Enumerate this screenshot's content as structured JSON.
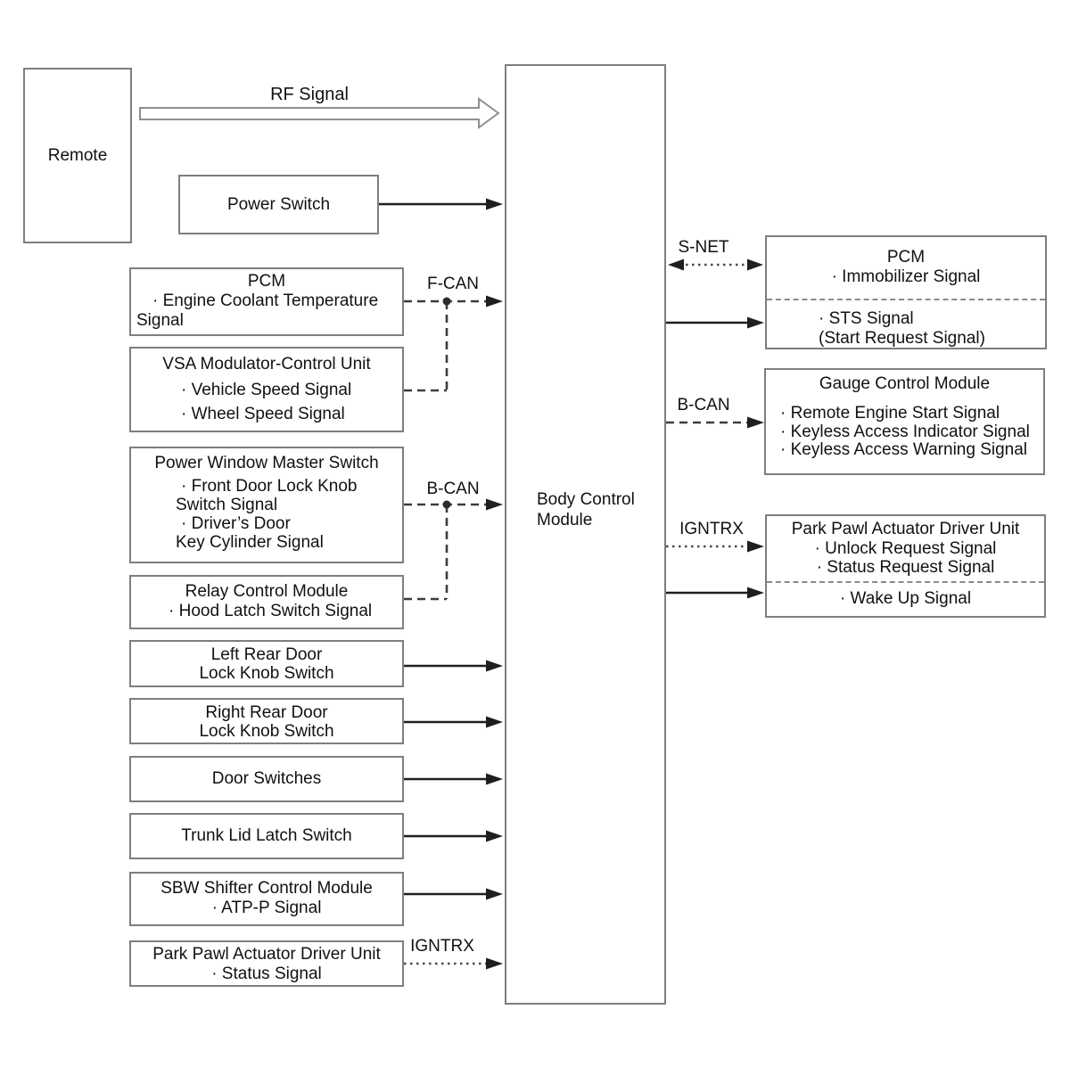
{
  "diagram": {
    "remote": {
      "label": "Remote"
    },
    "rf": {
      "label": "RF Signal"
    },
    "power_switch": {
      "label": "Power Switch"
    },
    "pcm_left": {
      "title": "PCM",
      "lines": [
        "· Engine Coolant Temperature",
        "Signal"
      ]
    },
    "vsa": {
      "title": "VSA Modulator-Control Unit",
      "bullets": [
        "· Vehicle Speed Signal",
        "· Wheel Speed Signal"
      ]
    },
    "pwms": {
      "title": "Power Window Master Switch",
      "lines": [
        "· Front Door Lock Knob",
        "Switch Signal",
        "· Driver’s Door",
        "Key Cylinder Signal"
      ]
    },
    "relay": {
      "title": "Relay Control Module",
      "bullets": [
        "· Hood Latch Switch Signal"
      ]
    },
    "left_rear": {
      "lines": [
        "Left Rear Door",
        "Lock Knob Switch"
      ]
    },
    "right_rear": {
      "lines": [
        "Right Rear Door",
        "Lock Knob Switch"
      ]
    },
    "door_switches": {
      "label": "Door Switches"
    },
    "trunk": {
      "label": "Trunk Lid Latch Switch"
    },
    "sbw": {
      "title": "SBW Shifter Control Module",
      "bullets": [
        "· ATP-P Signal"
      ]
    },
    "park_pawl_left": {
      "title": "Park Pawl Actuator Driver Unit",
      "bullets": [
        "· Status Signal"
      ]
    },
    "bcm": {
      "lines": [
        "Body Control",
        "Module"
      ]
    },
    "pcm_right": {
      "title": "PCM",
      "bullets": [
        "· Immobilizer Signal"
      ],
      "lower": [
        "· STS Signal",
        "(Start Request Signal)"
      ]
    },
    "gauge": {
      "title": "Gauge Control Module",
      "bullets": [
        "· Remote Engine Start Signal",
        "· Keyless Access Indicator Signal",
        "· Keyless Access Warning Signal"
      ]
    },
    "park_pawl_right": {
      "title": "Park Pawl Actuator Driver Unit",
      "bullets": [
        "· Unlock Request Signal",
        "· Status Request Signal"
      ],
      "lower": [
        "· Wake Up Signal"
      ]
    },
    "bus_labels": {
      "f_can": "F-CAN",
      "b_can_left": "B-CAN",
      "igntrx_left": "IGNTRX",
      "s_net": "S-NET",
      "b_can_right": "B-CAN",
      "igntrx_right": "IGNTRX"
    },
    "colors": {
      "box_border": "#7e7e7e",
      "solid_line": "#1f1f1f",
      "dashed_line": "#3d3d3d",
      "rf_outline": "#8f8f8f",
      "text": "#111111"
    }
  }
}
